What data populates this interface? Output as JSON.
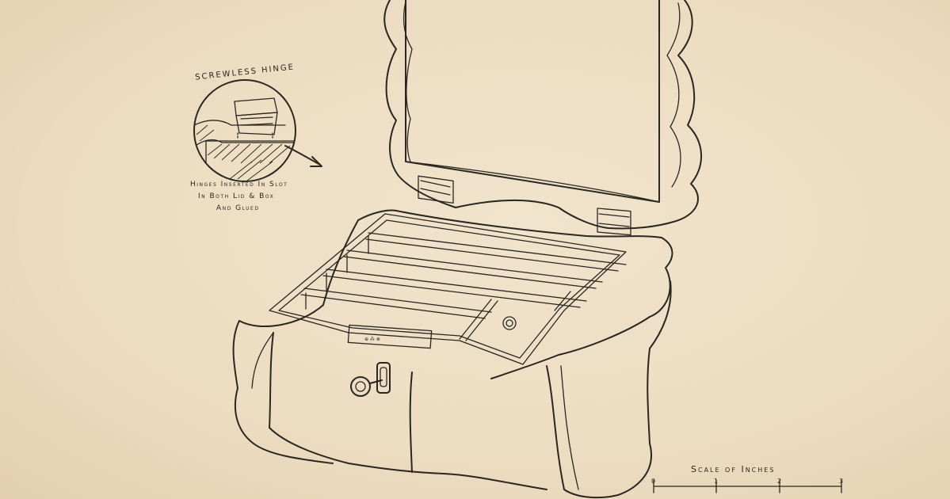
{
  "labels": {
    "hinge_title": "SCREWLESS HINGE",
    "hinge_note_1": "Hinges Inserted In Slot",
    "hinge_note_2": "In Both Lid & Box",
    "hinge_note_3": "And Glued"
  },
  "scale": {
    "title": "Scale of Inches",
    "ticks": [
      "0",
      "1",
      "2",
      "3"
    ]
  },
  "colors": {
    "paper": "#efe1c8",
    "ink": "#2a2620"
  }
}
